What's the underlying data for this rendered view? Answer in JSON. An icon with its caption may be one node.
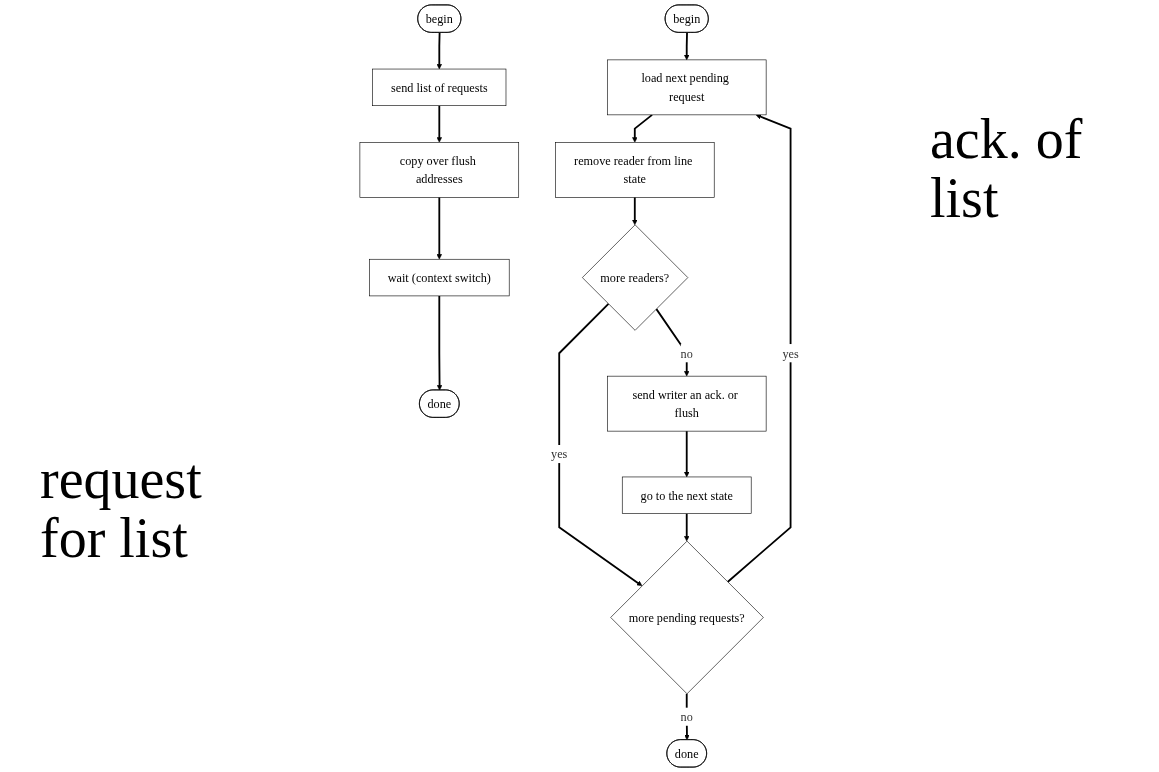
{
  "diagram": {
    "nodes": [
      {
        "text": [
          "begin"
        ]
      },
      {
        "text": [
          "send list of requests"
        ]
      },
      {
        "text": [
          "copy over flush addresses"
        ]
      },
      {
        "text": [
          "wait (context switch)"
        ]
      },
      {
        "text": [
          "done"
        ]
      },
      {
        "text": [
          "begin"
        ]
      },
      {
        "text": [
          "load next pending request"
        ]
      },
      {
        "text": [
          "remove reader from line state"
        ]
      },
      {
        "text": [
          "more readers?"
        ]
      },
      {
        "text": [
          "send writer an ack. or flush"
        ]
      },
      {
        "text": [
          "more pending requests?"
        ]
      },
      {
        "text": [
          "go to the next state"
        ]
      },
      {
        "text": [
          "done"
        ]
      }
    ],
    "edges": [
      {
        "from": 0,
        "to": 1,
        "arrow": "to"
      },
      {
        "from": 1,
        "to": 2,
        "arrow": "to"
      },
      {
        "from": 2,
        "to": 3,
        "arrow": "to"
      },
      {
        "from": 3,
        "to": 4,
        "arrow": "to"
      },
      {
        "from": 5,
        "to": 6,
        "arrow": "to"
      },
      {
        "from": 6,
        "to": 7,
        "arrow": "to"
      },
      {
        "from": 7,
        "to": 8,
        "arrow": "to"
      },
      {
        "from": 8,
        "to": 9,
        "label": "no",
        "arrow": "to"
      },
      {
        "from": 8,
        "to": 10,
        "label": "yes",
        "arrow": "to"
      },
      {
        "from": 9,
        "to": 11,
        "arrow": "to"
      },
      {
        "from": 11,
        "to": 10,
        "arrow": "to"
      },
      {
        "from": 10,
        "to": 6,
        "label": "yes",
        "arrow": "to"
      },
      {
        "from": 10,
        "to": 12,
        "label": "no",
        "arrow": "to"
      }
    ],
    "labels": [
      "request for list",
      "ack. of list"
    ]
  }
}
